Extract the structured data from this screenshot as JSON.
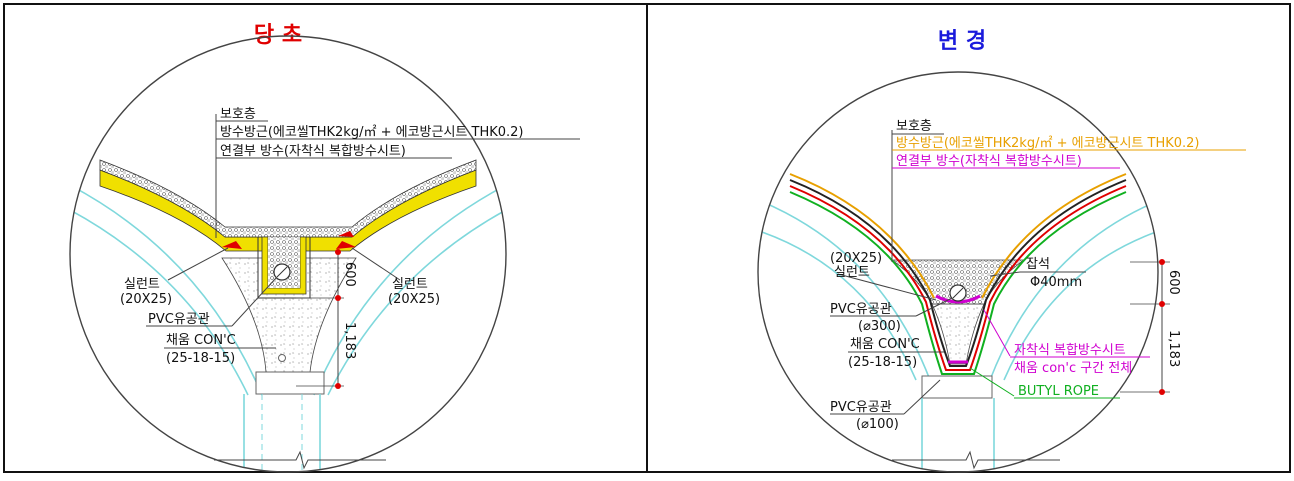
{
  "left": {
    "title": "당 초",
    "title_color": "#e00000",
    "notes": {
      "line1": "보호층",
      "line2": "방수방근(에코씰THK2kg/㎡ + 에코방근시트 THK0.2)",
      "line3": "연결부 방수(자착식 복합방수시트)"
    },
    "sealant_left": [
      "실런트",
      "(20X25)"
    ],
    "sealant_right": [
      "실런트",
      "(20X25)"
    ],
    "pvc": "PVC유공관",
    "fill": [
      "채움 CON'C",
      "(25-18-15)"
    ],
    "dim_600": "600",
    "dim_1183": "1,183"
  },
  "right": {
    "title": "변 경",
    "title_color": "#1a1adc",
    "notes": {
      "line1": "보호층",
      "line2": "방수방근(에코씰THK2kg/㎡ + 에코방근시트 THK0.2)",
      "line3": "연결부 방수(자착식 복합방수시트)"
    },
    "sealant": [
      "(20X25)",
      "실런트"
    ],
    "gravel": [
      "잡석",
      "Φ40mm"
    ],
    "pvc_top": [
      "PVC유공관",
      "(⌀300)"
    ],
    "fill": [
      "채움 CON'C",
      "(25-18-15)"
    ],
    "magenta_notes": [
      "자착식 복합방수시트",
      "채움 con'c 구간 전체"
    ],
    "butyl": "BUTYL ROPE",
    "pvc_bottom": [
      "PVC유공관",
      "(⌀100)"
    ],
    "dim_600": "600",
    "dim_1183": "1,183"
  },
  "colors": {
    "line": "#222222",
    "cyan": "#7fd8dc",
    "yellow": "#f0e000",
    "red": "#e00000",
    "magenta": "#d000d0",
    "orange": "#e8a000",
    "green": "#10b020"
  }
}
